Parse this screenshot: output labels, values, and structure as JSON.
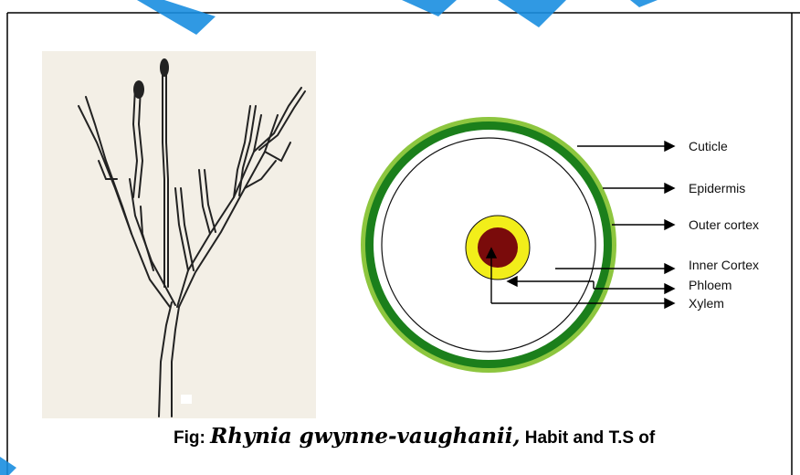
{
  "colors": {
    "accent_watermark": "#1a8ee0",
    "cuticle_ring": "#8dc63f",
    "epidermis_ring": "#1b7f1b",
    "phloem": "#f2ee1a",
    "xylem": "#7a0b0b",
    "habit_background": "#f3efe6"
  },
  "habit_figure": {
    "icon": "plant-habit-sketch"
  },
  "ts_labels": {
    "cuticle": "Cuticle",
    "epidermis": "Epidermis",
    "outer_cortex": "Outer cortex",
    "inner_cortex": "Inner Cortex",
    "phloem": "Phloem",
    "xylem": "Xylem"
  },
  "caption": {
    "prefix": "Fig: ",
    "species": "Rhynia gwynne-vaughanii,",
    "suffix": " Habit and T.S of"
  }
}
